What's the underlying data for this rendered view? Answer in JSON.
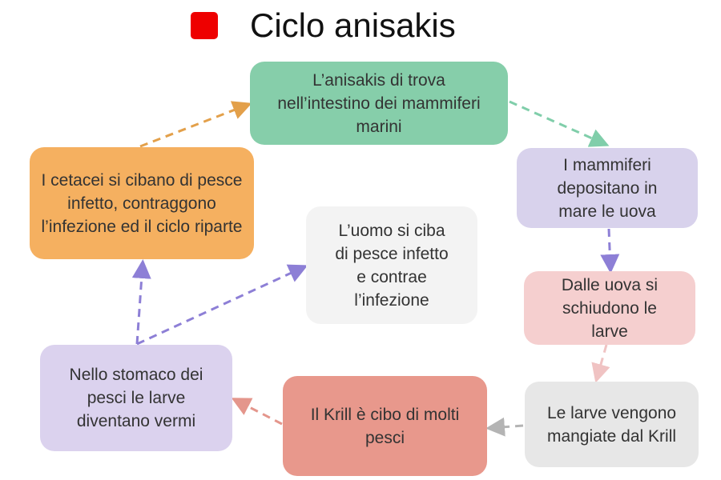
{
  "title": {
    "text": "Ciclo anisakis",
    "marker_color": "#ee0000"
  },
  "nodes": {
    "n1": {
      "text": "L’anisakis di trova nell’intestino dei mammiferi marini",
      "color": "#86ceaa"
    },
    "n2": {
      "text": "I mammiferi depositano in mare le uova",
      "color": "#d8d2ec"
    },
    "n3": {
      "text": "Dalle uova si schiudono le larve",
      "color": "#f5cfcf"
    },
    "n4": {
      "text": "Le larve vengono mangiate dal Krill",
      "color": "#e7e7e7"
    },
    "n5": {
      "text": "Il Krill è cibo di molti pesci",
      "color": "#e8988c"
    },
    "n6": {
      "text": "Nello stomaco dei pesci le larve diventano vermi",
      "color": "#dbd2ee"
    },
    "n7": {
      "text": "I cetacei si cibano di pesce infetto, contraggono l’infezione ed il ciclo riparte",
      "color": "#f5b060"
    },
    "n8": {
      "text": "L’uomo si ciba di pesce infetto e contrae l’infezione",
      "color": "#f3f3f3"
    }
  },
  "arrow_colors": {
    "green": "#80ceaa",
    "purple": "#8d7fd6",
    "pink": "#f0c3c3",
    "grey": "#b4b4b4",
    "salmon": "#e4968c",
    "orange": "#e3a04a"
  }
}
